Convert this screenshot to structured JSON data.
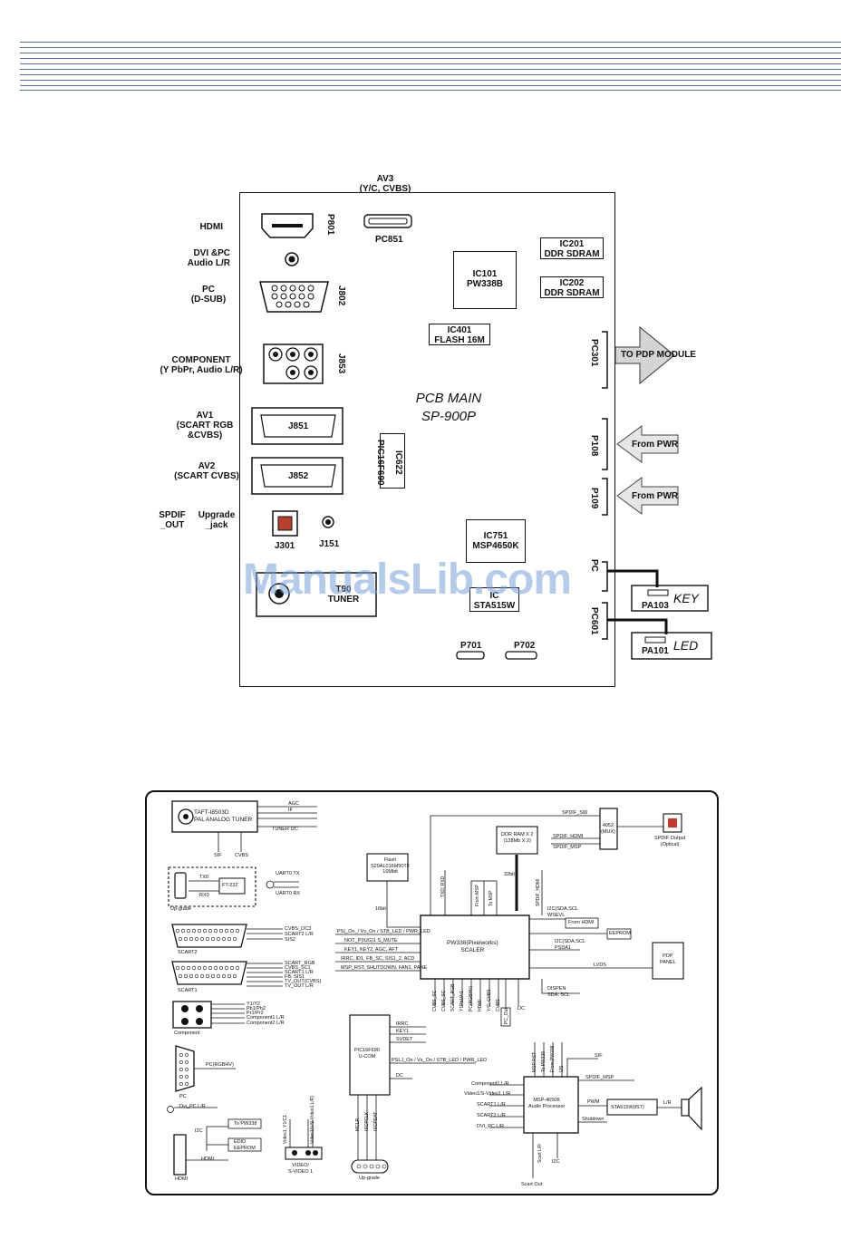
{
  "pcb": {
    "title": [
      "PCB MAIN",
      "SP-900P"
    ],
    "top_label": [
      "AV3",
      "(Y/C, CVBS)"
    ],
    "left_labels": {
      "hdmi": "HDMI",
      "dvi": [
        "DVI &PC",
        "Audio L/R"
      ],
      "pc": [
        "PC",
        "(D-SUB)"
      ],
      "component": [
        "COMPONENT",
        "(Y PbPr, Audio L/R)"
      ],
      "av1": [
        "AV1",
        "(SCART RGB",
        "&CVBS)"
      ],
      "av2": [
        "AV2",
        "(SCART CVBS)"
      ],
      "spdif": [
        "SPDIF",
        "_OUT"
      ],
      "upgrade": [
        "Upgrade",
        "_jack"
      ]
    },
    "connectors": {
      "p801": "P801",
      "pc851": "PC851",
      "j802": "J802",
      "j853": "J853",
      "j851": "J851",
      "j852": "J852",
      "j301": "J301",
      "j151": "J151",
      "pc301": "PC301",
      "p108": "P108",
      "p109": "P109",
      "pc_upper": "PC",
      "pc601": "PC601",
      "p701": "P701",
      "p702": "P702"
    },
    "chips": {
      "ic101": [
        "IC101",
        "PW338B"
      ],
      "ic201": [
        "IC201",
        "DDR SDRAM"
      ],
      "ic202": [
        "IC202",
        "DDR SDRAM"
      ],
      "ic401": [
        "IC401",
        "FLASH 16M"
      ],
      "ic622": [
        "IC622",
        "PIC16F690"
      ],
      "ic751": [
        "IC751",
        "MSP4650K"
      ],
      "ic_sta": [
        "IC",
        "STA515W"
      ],
      "tuner": [
        "T90",
        "TUNER"
      ]
    },
    "arrows": {
      "pdp": "TO PDP MODULE",
      "pwr1": "From PWR",
      "pwr2": "From PWR"
    },
    "modules": {
      "pa103": "PA103",
      "key": "KEY",
      "pa101": "PA101",
      "led": "LED"
    }
  },
  "watermark": "ManualsLib.com",
  "block": {
    "tuner": [
      "TAFT-I8503D",
      "PAL ANALOG TUNER"
    ],
    "tuner_sig": [
      "AGC",
      "IF",
      "TUNER I2C"
    ],
    "tuner_out": [
      "SIF",
      "CVBS"
    ],
    "ft232": "FT-232",
    "tx0": "TX0",
    "rx0": "RX0",
    "uart_tx": "UART0 TX",
    "uart_rx": "UART0 RX",
    "upgrade": "Up-grade",
    "scart2": "SCART2",
    "scart2_sig": [
      "CVBS_OC3",
      "SCART2 L/R",
      "SIS2"
    ],
    "scart1": "SCART1",
    "scart1_sig": [
      "SCART_RGB",
      "CVBS_SC1",
      "SCART1 L/R",
      "FB, SIS1",
      "TV_OUT(CVBS)",
      "TV_OUT L/R"
    ],
    "component": "Component",
    "comp_sig": [
      "Y1/Y2",
      "Pb1/Pb2",
      "Pr1/Pr2",
      "Component1 L/R",
      "Component2 L/R"
    ],
    "pc": "PC",
    "pc_sig": "PC(RGBHV)",
    "dvi_pc_lr": "Dvi_PC L/R",
    "i2c": "I2C",
    "to_pw338": "To PW338",
    "edid": [
      "EDID",
      "EEPROM"
    ],
    "hdmi_sig": "HDMI",
    "hdmi": "HDMI",
    "video_sig": [
      "Video1, Y1/C1",
      "Video1(V/S-Video1 L/R)"
    ],
    "video": [
      "VIDEO/",
      "S-VIDEO 1"
    ],
    "flash": [
      "Flash",
      "S29AL016M90TF",
      "16Mbit"
    ],
    "bit16": "16bit",
    "txd_rxd": "TXD, RXD",
    "from_msp": "From MSP",
    "to_msp": "To MSP",
    "spdif_hdmi": "SPDIF_HDMI",
    "ddr": [
      "DDR RAM X 2",
      "(128Mb X 2)"
    ],
    "bit32": "32bit",
    "spdif_sw": "SPDIF_SW",
    "mux": [
      "4052",
      "(MUX)"
    ],
    "spdif_hdmi2": "SPDIF_HDMI",
    "spdif_msp": "SPDIF_MSP",
    "spdif_out": [
      "SPDIF Output",
      "(Optical)"
    ],
    "scaler": [
      "PW338(Pixelworks)",
      "SCALER"
    ],
    "scaler_left": [
      "PS(_On_/ Vs_On / STB_LED / PWR_LED",
      "NOT_P(IUG)1 S_MUTE",
      "KEY1, KEY2, AGC, AFT",
      "IRRC, ID1, FB_SC, SIS1_2, ACD",
      "MSP_RST, SHUTDOWN, FAN1, PANE"
    ],
    "i2c_scl": [
      "I2C(SDA,SCL",
      "WSEVL"
    ],
    "from_hdmi": "From HDMI",
    "eeprom": "EEPROM",
    "i2c_sda": [
      "I2C(SDA,SCL",
      "PSDA1"
    ],
    "lvds": "LVDS",
    "pdp_panel": [
      "PDP",
      "PANEL"
    ],
    "dispen": [
      "DISPEN",
      "SDA, SCL"
    ],
    "scaler_bottom": [
      "CVBS_SC",
      "CVBS_SC",
      "SCART_RGB",
      "Y1Pb1Pr1",
      "PC(RGBHV)",
      "HDMI",
      "Y/C, CVBS",
      "CVBS"
    ],
    "pc_out": "PC_Out",
    "dc": "DC",
    "pic": [
      "PIC16F690",
      "U-COM"
    ],
    "pic_in": [
      "IRRC",
      "KEY1",
      "SVDET"
    ],
    "pic_out": "PSLJ_On / Vs_On / STB_LED / PWR_LED",
    "pic_dc": "DC",
    "pic_bottom": [
      "MCLR",
      "ISCPCLK",
      "ISCPDAT"
    ],
    "upgrade2": "Up-grade",
    "msp": [
      "MSP-4650K",
      "Audio Processor"
    ],
    "msp_in": [
      "Component1 L/R",
      "Video1/S-Video1 L/R",
      "SCART1 L/R",
      "SCART2 L/R",
      "DVI_PC L/R"
    ],
    "msp_top": [
      "MSP RST",
      "To PW338",
      "From PW338",
      "I2S"
    ],
    "sif": "SIF",
    "spdif_msp2": "SPDIF_MSP",
    "pwm": "PWM",
    "shutdown": "Shutdown",
    "sta": "STA515W(IST)",
    "lr": "L/R",
    "scart_lr": "Scart L/R",
    "i2c2": "I2C",
    "scart_out": "Scart Out"
  }
}
